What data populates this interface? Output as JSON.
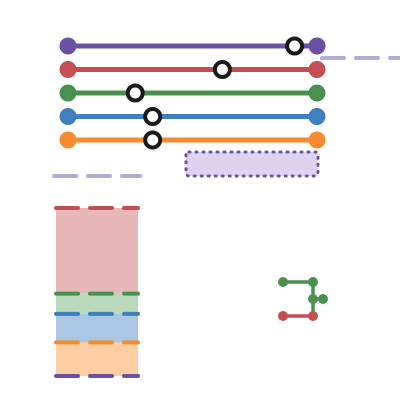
{
  "palette": {
    "purple": "#6a51a3",
    "red": "#c44e52",
    "green": "#4a9150",
    "blue": "#3f7fbf",
    "orange": "#f78a2e",
    "purple_light": "#b6aad6",
    "purple_fill": "#dcd3ee",
    "red_fill": "#e8b7b8",
    "green_fill": "#b9d9bb",
    "blue_fill": "#aac6e3",
    "orange_fill": "#fdcda4",
    "handle_stroke": "#1a1a1a",
    "handle_fill": "#ffffff"
  },
  "sliders": [
    {
      "name": "purple",
      "value": 0.91
    },
    {
      "name": "red",
      "value": 0.62
    },
    {
      "name": "green",
      "value": 0.27
    },
    {
      "name": "blue",
      "value": 0.34
    },
    {
      "name": "orange",
      "value": 0.34
    }
  ],
  "stack": {
    "segments": [
      {
        "name": "red",
        "share": 0.51
      },
      {
        "name": "green",
        "share": 0.12
      },
      {
        "name": "blue",
        "share": 0.17
      },
      {
        "name": "orange",
        "share": 0.2
      }
    ]
  },
  "icons": {
    "small_widget": "mini-slider-pair-icon",
    "selection": "dotted-selection-box"
  }
}
